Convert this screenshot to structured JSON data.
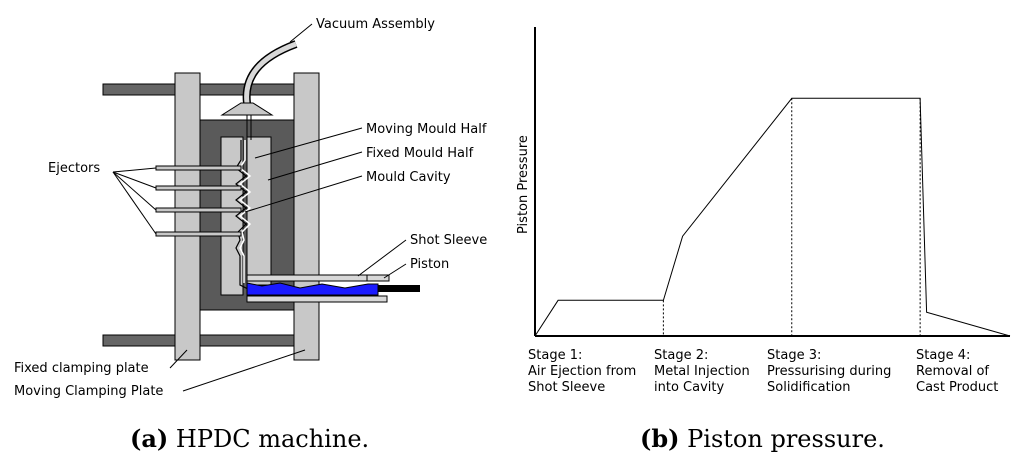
{
  "left_panel": {
    "labels": {
      "vacuum": "Vacuum Assembly",
      "moving_half": "Moving Mould Half",
      "fixed_half": "Fixed Mould Half",
      "cavity": "Mould Cavity",
      "ejectors": "Ejectors",
      "shot_sleeve": "Shot Sleeve",
      "piston": "Piston",
      "fixed_plate": "Fixed clamping plate",
      "moving_plate": "Moving Clamping Plate"
    },
    "caption": {
      "tag": "(a)",
      "text": "HPDC machine."
    },
    "colors": {
      "frame": "#666666",
      "plate": "#c8c8c8",
      "mould": "#5a5a5a",
      "metal": "#1a1aff"
    }
  },
  "chart_data": {
    "type": "line",
    "title": "",
    "xlabel": "",
    "ylabel": "Piston Pressure",
    "stages": [
      {
        "line1": "Stage 1:",
        "line2": "Air Ejection from",
        "line3": "Shot Sleeve"
      },
      {
        "line1": "Stage 2:",
        "line2": "Metal Injection",
        "line3": "into Cavity"
      },
      {
        "line1": "Stage 3:",
        "line2": "Pressurising during",
        "line3": "Solidification"
      },
      {
        "line1": "Stage 4:",
        "line2": "Removal of",
        "line3": "Cast Product"
      }
    ],
    "x": [
      0,
      0.18,
      1.0,
      1.15,
      2.0,
      2.5,
      3.0,
      3.05,
      3.7
    ],
    "y": [
      0,
      0.15,
      0.15,
      0.42,
      1.0,
      1.0,
      1.0,
      0.1,
      0
    ],
    "stage_boundaries": [
      1.0,
      2.0,
      3.0
    ],
    "xlim": [
      0,
      3.7
    ],
    "ylim": [
      0,
      1.3
    ],
    "grid": false,
    "caption": {
      "tag": "(b)",
      "text": "Piston pressure."
    }
  }
}
